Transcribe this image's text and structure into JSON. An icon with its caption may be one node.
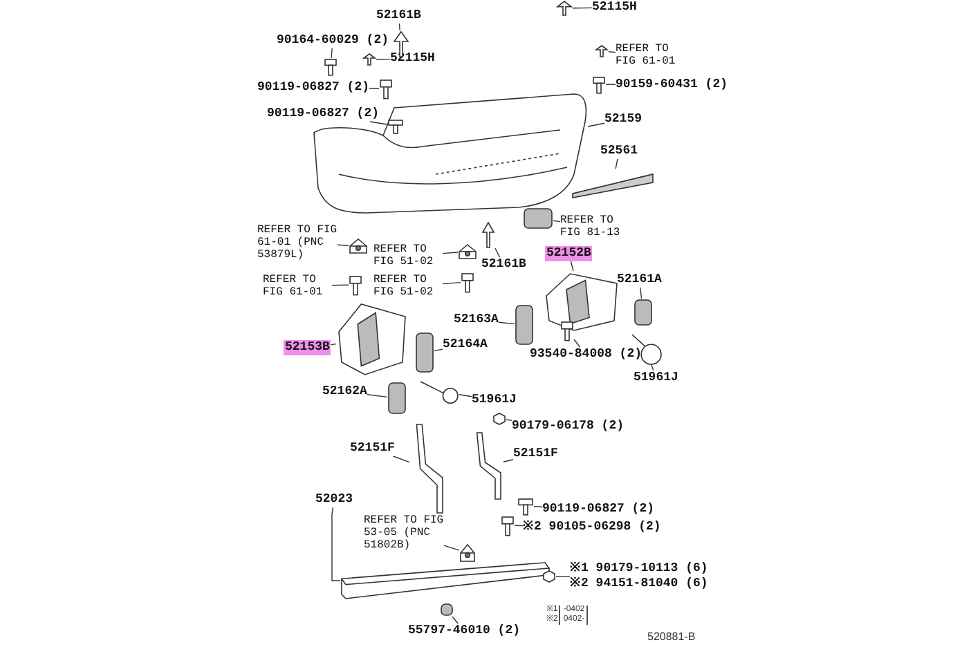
{
  "diagram": {
    "nodes": [
      {
        "text": [
          "52161B"
        ]
      },
      {
        "text": [
          "52115H"
        ]
      },
      {
        "text": [
          "90164-60029 (2)"
        ]
      },
      {
        "text": [
          "52115H"
        ]
      },
      {
        "text": [
          "90119-06827 (2)"
        ]
      },
      {
        "text": [
          "90119-06827 (2)"
        ]
      },
      {
        "text": [
          "REFER TO FIG 61-01"
        ]
      },
      {
        "text": [
          "90159-60431 (2)"
        ]
      },
      {
        "text": [
          "52159"
        ]
      },
      {
        "text": [
          "52561"
        ]
      },
      {
        "text": [
          "REFER TO FIG 81-13"
        ]
      },
      {
        "text": [
          "REFER TO FIG 61-01 (PNC 53879L)"
        ]
      },
      {
        "text": [
          "REFER TO FIG 51-02"
        ]
      },
      {
        "text": [
          "52161B"
        ]
      },
      {
        "text": [
          "52152B"
        ]
      },
      {
        "text": [
          "REFER TO FIG 61-01"
        ]
      },
      {
        "text": [
          "REFER TO FIG 51-02"
        ]
      },
      {
        "text": [
          "52161A"
        ]
      },
      {
        "text": [
          "52163A"
        ]
      },
      {
        "text": [
          "52153B"
        ]
      },
      {
        "text": [
          "52164A"
        ]
      },
      {
        "text": [
          "93540-84008 (2)"
        ]
      },
      {
        "text": [
          "51961J"
        ]
      },
      {
        "text": [
          "52162A"
        ]
      },
      {
        "text": [
          "51961J"
        ]
      },
      {
        "text": [
          "90179-06178 (2)"
        ]
      },
      {
        "text": [
          "52151F"
        ]
      },
      {
        "text": [
          "52151F"
        ]
      },
      {
        "text": [
          "52023"
        ]
      },
      {
        "text": [
          "REFER TO FIG 53-05 (PNC 51802B)"
        ]
      },
      {
        "text": [
          "90119-06827 (2)"
        ]
      },
      {
        "text": [
          "※2 90105-06298 (2)"
        ]
      },
      {
        "text": [
          "※1 90179-10113 (6)",
          "※2 94151-81040 (6)"
        ]
      },
      {
        "text": [
          "55797-46010 (2)"
        ]
      },
      {
        "text": [],
        "shape": "picture"
      },
      {
        "text": [],
        "shape": "picture"
      },
      {
        "text": [],
        "shape": "picture"
      },
      {
        "text": [],
        "shape": "picture"
      },
      {
        "text": [],
        "shape": "picture"
      },
      {
        "text": [],
        "shape": "picture"
      },
      {
        "text": [],
        "shape": "picture",
        "in": 34
      },
      {
        "text": [],
        "shape": "picture"
      },
      {
        "text": [],
        "shape": "picture"
      },
      {
        "text": [],
        "shape": "picture"
      },
      {
        "text": [],
        "shape": "box"
      },
      {
        "text": [],
        "shape": "picture"
      },
      {
        "text": [],
        "shape": "picture"
      },
      {
        "text": [],
        "shape": "picture"
      },
      {
        "text": [],
        "shape": "picture"
      },
      {
        "text": [],
        "shape": "picture"
      },
      {
        "text": [],
        "shape": "picture"
      },
      {
        "text": [],
        "shape": "box"
      },
      {
        "text": [],
        "shape": "box"
      },
      {
        "text": [],
        "shape": "picture"
      },
      {
        "text": [],
        "shape": "box"
      },
      {
        "text": [],
        "shape": "picture"
      },
      {
        "text": [],
        "shape": "picture"
      },
      {
        "text": [],
        "shape": "box"
      },
      {
        "text": [],
        "shape": "picture"
      },
      {
        "text": [],
        "shape": "hexagon"
      },
      {
        "text": [],
        "shape": "picture"
      },
      {
        "text": [],
        "shape": "picture"
      },
      {
        "text": [],
        "shape": "picture"
      },
      {
        "text": [],
        "shape": "picture"
      },
      {
        "text": [],
        "shape": "picture"
      },
      {
        "text": [],
        "shape": "picture"
      },
      {
        "text": [],
        "shape": "hexagon"
      },
      {
        "text": [],
        "shape": "box"
      }
    ],
    "edges": [
      {
        "from": 0,
        "to": 35,
        "arrow": "none"
      },
      {
        "from": 1,
        "to": 36,
        "arrow": "none"
      },
      {
        "from": 2,
        "to": 37,
        "arrow": "none"
      },
      {
        "from": 3,
        "to": 38,
        "arrow": "none"
      },
      {
        "from": 4,
        "to": 39,
        "arrow": "none"
      },
      {
        "from": 5,
        "to": 40,
        "arrow": "none"
      },
      {
        "from": 6,
        "to": 41,
        "arrow": "none"
      },
      {
        "from": 7,
        "to": 42,
        "arrow": "none"
      },
      {
        "from": 8,
        "to": 34,
        "arrow": "none"
      },
      {
        "from": 9,
        "to": 43,
        "arrow": "none"
      },
      {
        "from": 10,
        "to": 44,
        "arrow": "none"
      },
      {
        "from": 11,
        "to": 45,
        "arrow": "none"
      },
      {
        "from": 12,
        "to": 46,
        "arrow": "none"
      },
      {
        "from": 13,
        "to": 47,
        "arrow": "none"
      },
      {
        "from": 14,
        "to": 48,
        "arrow": "none"
      },
      {
        "from": 15,
        "to": 49,
        "arrow": "none"
      },
      {
        "from": 16,
        "to": 50,
        "arrow": "none"
      },
      {
        "from": 17,
        "to": 51,
        "arrow": "none"
      },
      {
        "from": 18,
        "to": 52,
        "arrow": "none"
      },
      {
        "from": 19,
        "to": 53,
        "arrow": "none"
      },
      {
        "from": 20,
        "to": 54,
        "arrow": "none"
      },
      {
        "from": 21,
        "to": 55,
        "arrow": "none"
      },
      {
        "from": 22,
        "to": 56,
        "arrow": "none"
      },
      {
        "from": 23,
        "to": 57,
        "arrow": "none"
      },
      {
        "from": 24,
        "to": 58,
        "arrow": "none"
      },
      {
        "from": 25,
        "to": 59,
        "arrow": "none"
      },
      {
        "from": 26,
        "to": 60,
        "arrow": "none"
      },
      {
        "from": 27,
        "to": 61,
        "arrow": "none"
      },
      {
        "from": 28,
        "to": 62,
        "arrow": "none"
      },
      {
        "from": 29,
        "to": 63,
        "arrow": "none"
      },
      {
        "from": 30,
        "to": 64,
        "arrow": "none"
      },
      {
        "from": 31,
        "to": 65,
        "arrow": "none"
      },
      {
        "from": 32,
        "to": 66,
        "arrow": "none"
      },
      {
        "from": 33,
        "to": 67,
        "arrow": "none"
      }
    ],
    "labels": [
      "※1",
      "-0402",
      "※2",
      "0402-",
      "520881-B"
    ]
  }
}
